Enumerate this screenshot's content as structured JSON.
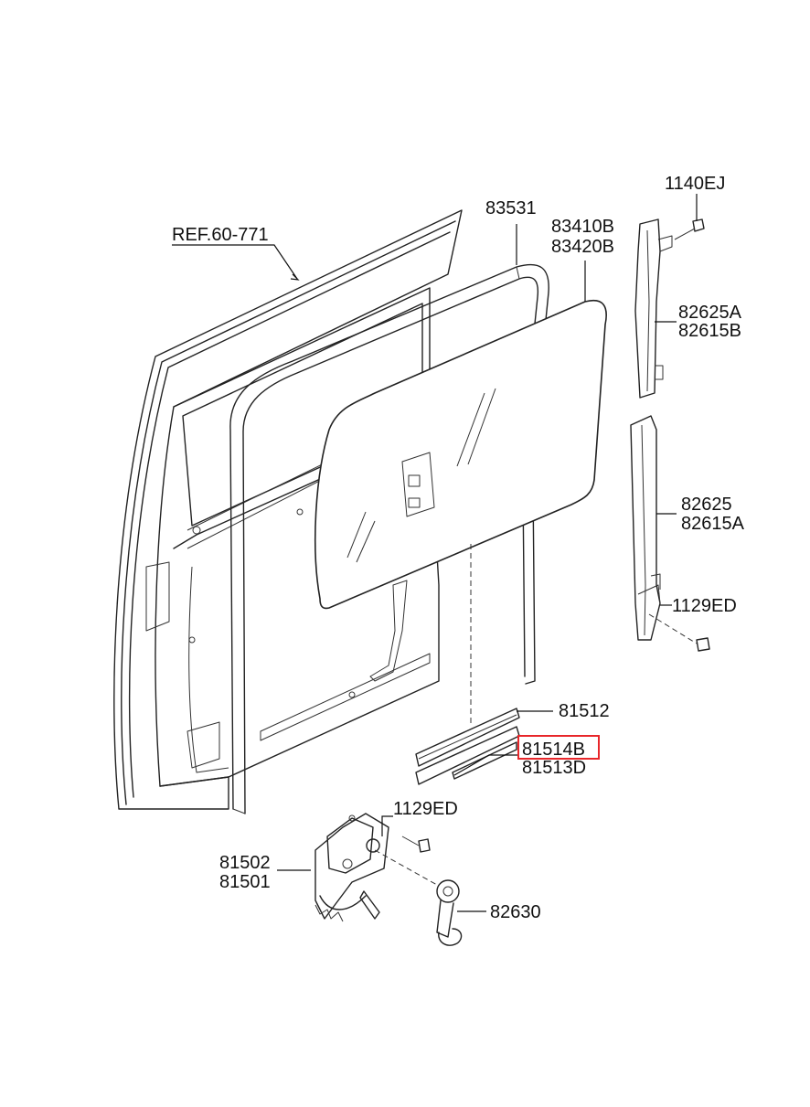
{
  "labels": {
    "ref": "REF.60-771",
    "p83531": "83531",
    "p83410b": "83410B",
    "p83420b": "83420B",
    "p1140ej": "1140EJ",
    "p82625a": "82625A",
    "p82615b": "82615B",
    "p82625": "82625",
    "p82615a": "82615A",
    "p1129ed_upper": "1129ED",
    "p81512": "81512",
    "p81514b": "81514B",
    "p81513d": "81513D",
    "p1129ed_lower": "1129ED",
    "p81502": "81502",
    "p81501": "81501",
    "p82630": "82630"
  },
  "highlight": {
    "part": "81514B",
    "color": "#e8262a"
  }
}
